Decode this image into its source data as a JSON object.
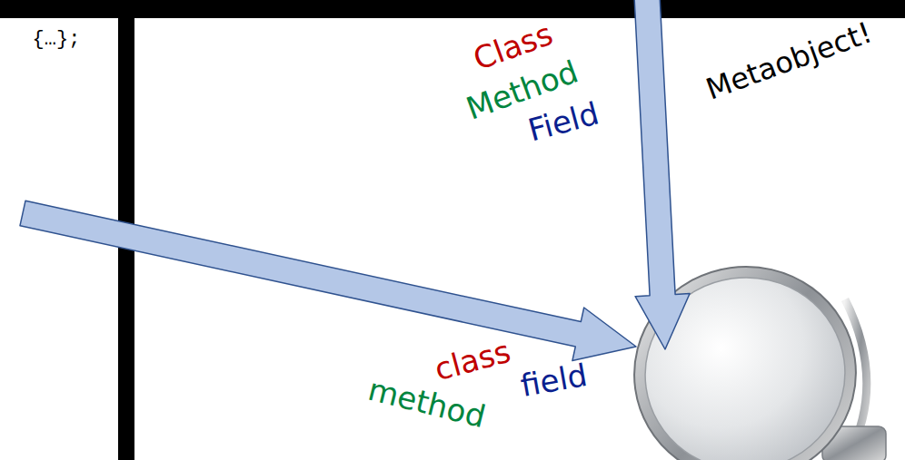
{
  "diagram": {
    "labels": [
      "{…};",
      "Class",
      "Method",
      "Field",
      "Metaobject!",
      "class",
      "method",
      "field"
    ]
  }
}
